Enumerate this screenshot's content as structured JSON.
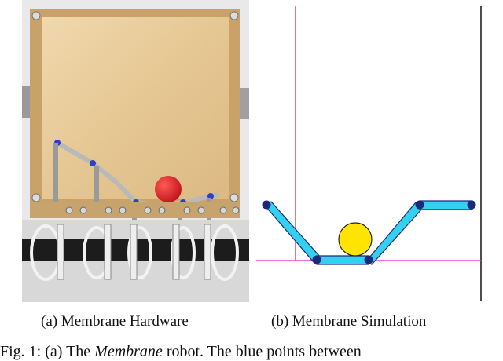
{
  "subfigures": [
    {
      "caption": "(a) Membrane Hardware"
    },
    {
      "caption": "(b) Membrane Simulation"
    }
  ],
  "figure_caption": {
    "prefix": "Fig. 1: (a) The ",
    "emphasis": "Membrane",
    "suffix": " robot. The blue points between"
  },
  "colors": {
    "wall_line": "#e0202a",
    "floor_line": "#e040e0",
    "right_wall": "#222222",
    "membrane_fill": "#33d0f0",
    "membrane_joint": "#1a2a7a",
    "ball_sim": "#ffe400",
    "ball_hw": "#d81e24",
    "plywood": "#e6c99a",
    "frame": "#cfa872"
  },
  "icons": [
    "membrane-joint-icon"
  ]
}
